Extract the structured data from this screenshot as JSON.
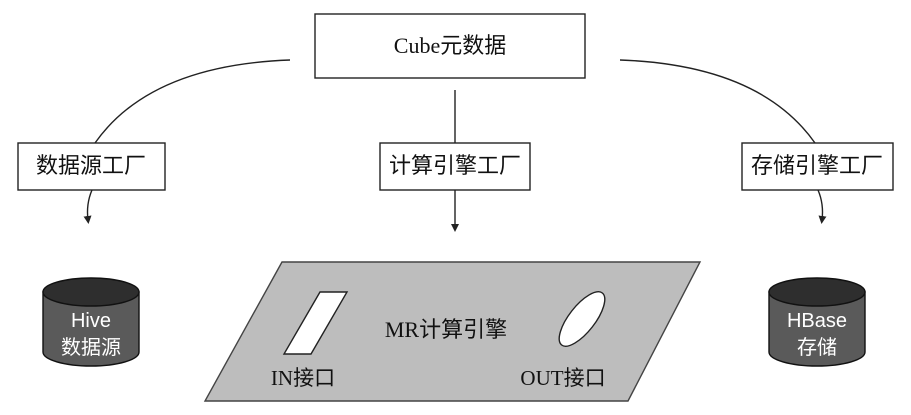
{
  "cube_metadata": {
    "label": "Cube元数据"
  },
  "factories": {
    "datasource": "数据源工厂",
    "compute": "计算引擎工厂",
    "storage": "存储引擎工厂"
  },
  "hive": {
    "line1": "Hive",
    "line2": "数据源"
  },
  "engine": {
    "label": "MR计算引擎",
    "in_interface": "IN接口",
    "out_interface": "OUT接口"
  },
  "hbase": {
    "line1": "HBase",
    "line2": "存储"
  },
  "colors": {
    "line": "#222222",
    "cylinder_body": "#5a5a5a",
    "cylinder_top": "#2e2e2e",
    "cylinder_text": "#ffffff",
    "plane_fill": "#bdbdbd"
  }
}
